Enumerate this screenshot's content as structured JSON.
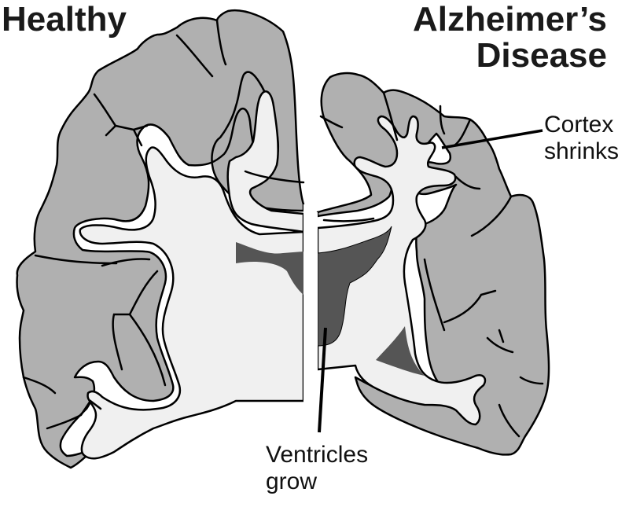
{
  "titles": {
    "healthy": "Healthy",
    "alzheimers_line1": "Alzheimer’s",
    "alzheimers_line2": "Disease"
  },
  "annotations": {
    "cortex_line1": "Cortex",
    "cortex_line2": "shrinks",
    "ventricles_line1": "Ventricles",
    "ventricles_line2": "grow"
  },
  "colors": {
    "background": "#ffffff",
    "cortex_gray_matter": "#b0b0b0",
    "white_matter": "#f0f0f0",
    "ventricles": "#555555",
    "outline": "#000000",
    "text": "#1a1a1a"
  },
  "panels": [
    {
      "name": "Healthy",
      "side": "left"
    },
    {
      "name": "Alzheimer’s Disease",
      "side": "right"
    }
  ]
}
